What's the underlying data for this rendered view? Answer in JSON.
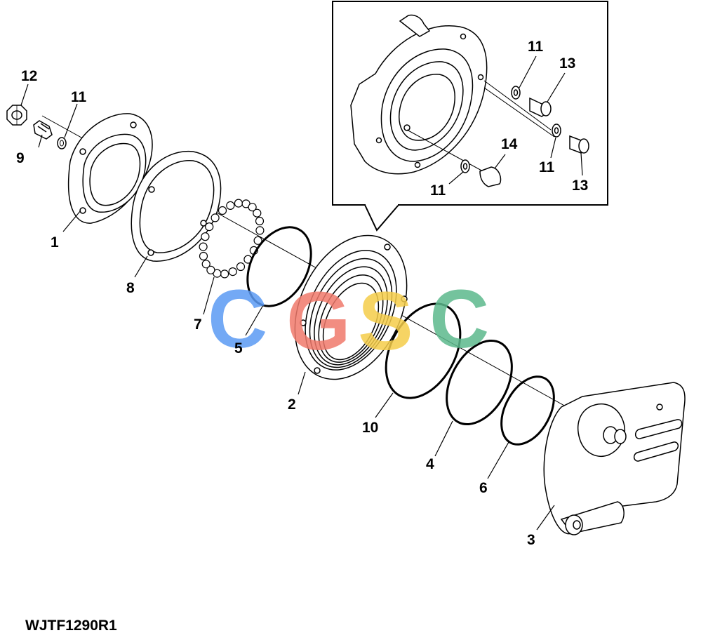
{
  "figure_id": "WJTF1290R1",
  "watermark": {
    "letters": [
      "C",
      "G",
      "S",
      "C"
    ],
    "colors": [
      "#5b9bf4",
      "#f07a6c",
      "#f5cd4a",
      "#5cb98c"
    ]
  },
  "callouts": {
    "c1": "1",
    "c2": "2",
    "c3": "3",
    "c4": "4",
    "c5": "5",
    "c6": "6",
    "c7": "7",
    "c8": "8",
    "c9": "9",
    "c10": "10",
    "c11a": "11",
    "c11b": "11",
    "c11c": "11",
    "c11d": "11",
    "c12": "12",
    "c13a": "13",
    "c13b": "13",
    "c14": "14"
  }
}
